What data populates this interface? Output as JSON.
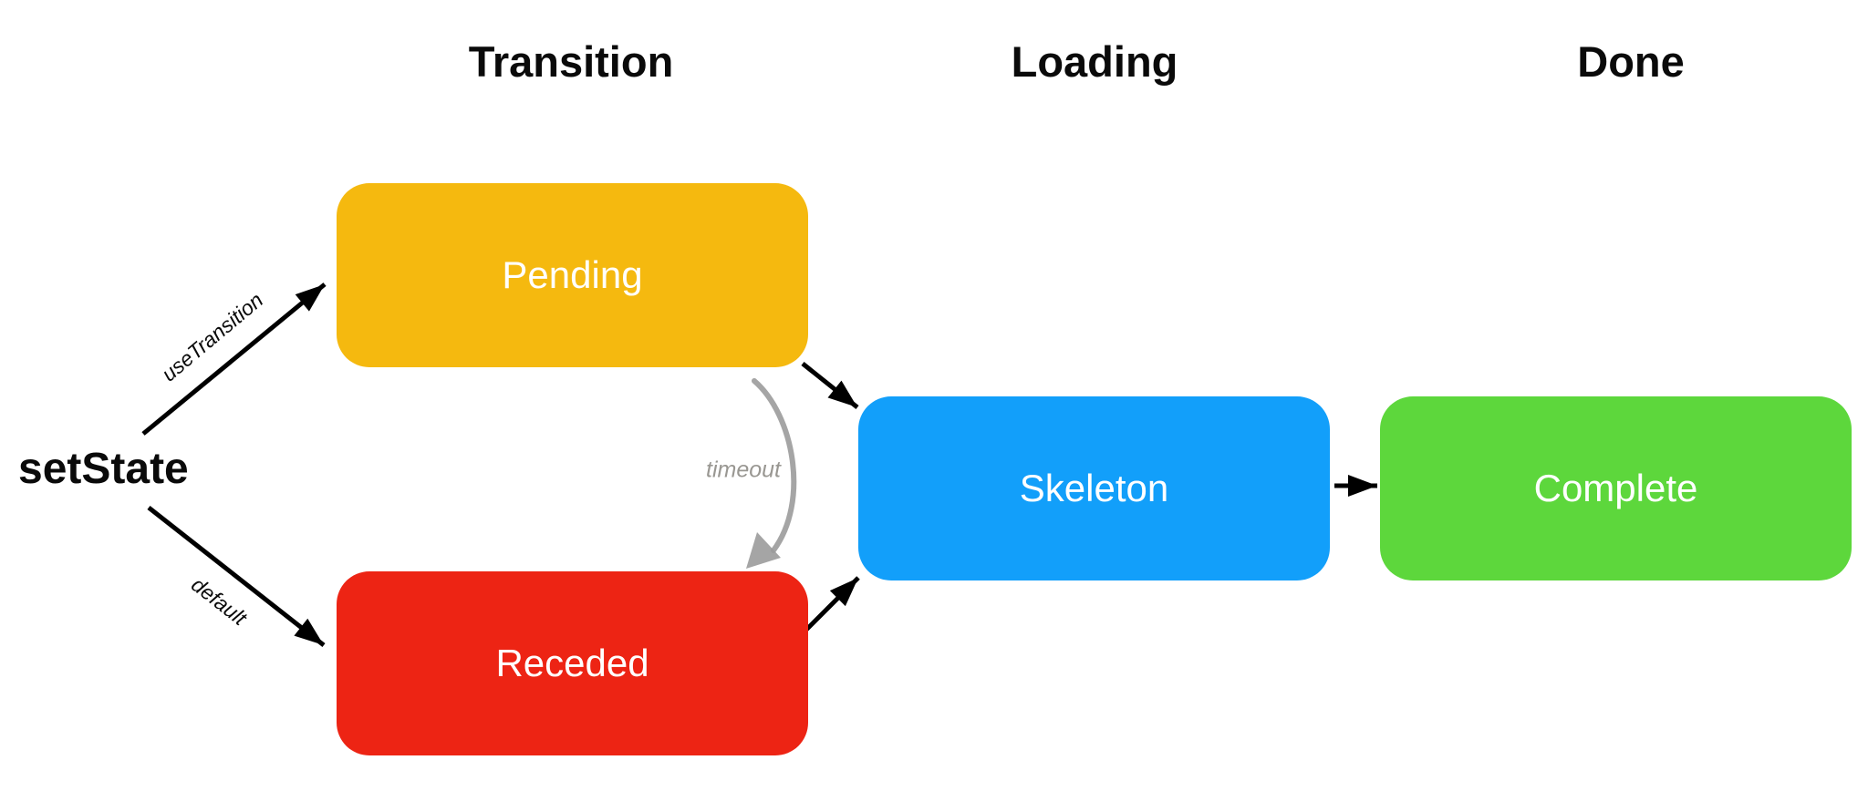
{
  "diagram": {
    "background": "#FFFFFF",
    "column_headers": [
      {
        "id": "transition",
        "label": "Transition"
      },
      {
        "id": "loading",
        "label": "Loading"
      },
      {
        "id": "done",
        "label": "Done"
      }
    ],
    "source_node": {
      "label": "setState",
      "color": "#0A0A0A"
    },
    "nodes": [
      {
        "id": "pending",
        "label": "Pending",
        "color": "#F5B90F",
        "column": "Transition",
        "text_color": "#FFFFFF"
      },
      {
        "id": "receded",
        "label": "Receded",
        "color": "#ED2414",
        "column": "Transition",
        "text_color": "#FFFFFF"
      },
      {
        "id": "skeleton",
        "label": "Skeleton",
        "color": "#129FFA",
        "column": "Loading",
        "text_color": "#FFFFFF"
      },
      {
        "id": "complete",
        "label": "Complete",
        "color": "#5DD73C",
        "column": "Done",
        "text_color": "#FFFFFF"
      }
    ],
    "edges": [
      {
        "from": "setState",
        "to": "Pending",
        "label": "useTransition",
        "style": "solid",
        "color": "#000000"
      },
      {
        "from": "setState",
        "to": "Receded",
        "label": "default",
        "style": "solid",
        "color": "#000000"
      },
      {
        "from": "Pending",
        "to": "Skeleton",
        "label": "",
        "style": "solid",
        "color": "#000000"
      },
      {
        "from": "Receded",
        "to": "Skeleton",
        "label": "",
        "style": "solid",
        "color": "#000000"
      },
      {
        "from": "Skeleton",
        "to": "Complete",
        "label": "",
        "style": "solid",
        "color": "#000000"
      },
      {
        "from": "Pending",
        "to": "Receded",
        "label": "timeout",
        "style": "sketch",
        "color": "#9B9B9B"
      }
    ]
  }
}
